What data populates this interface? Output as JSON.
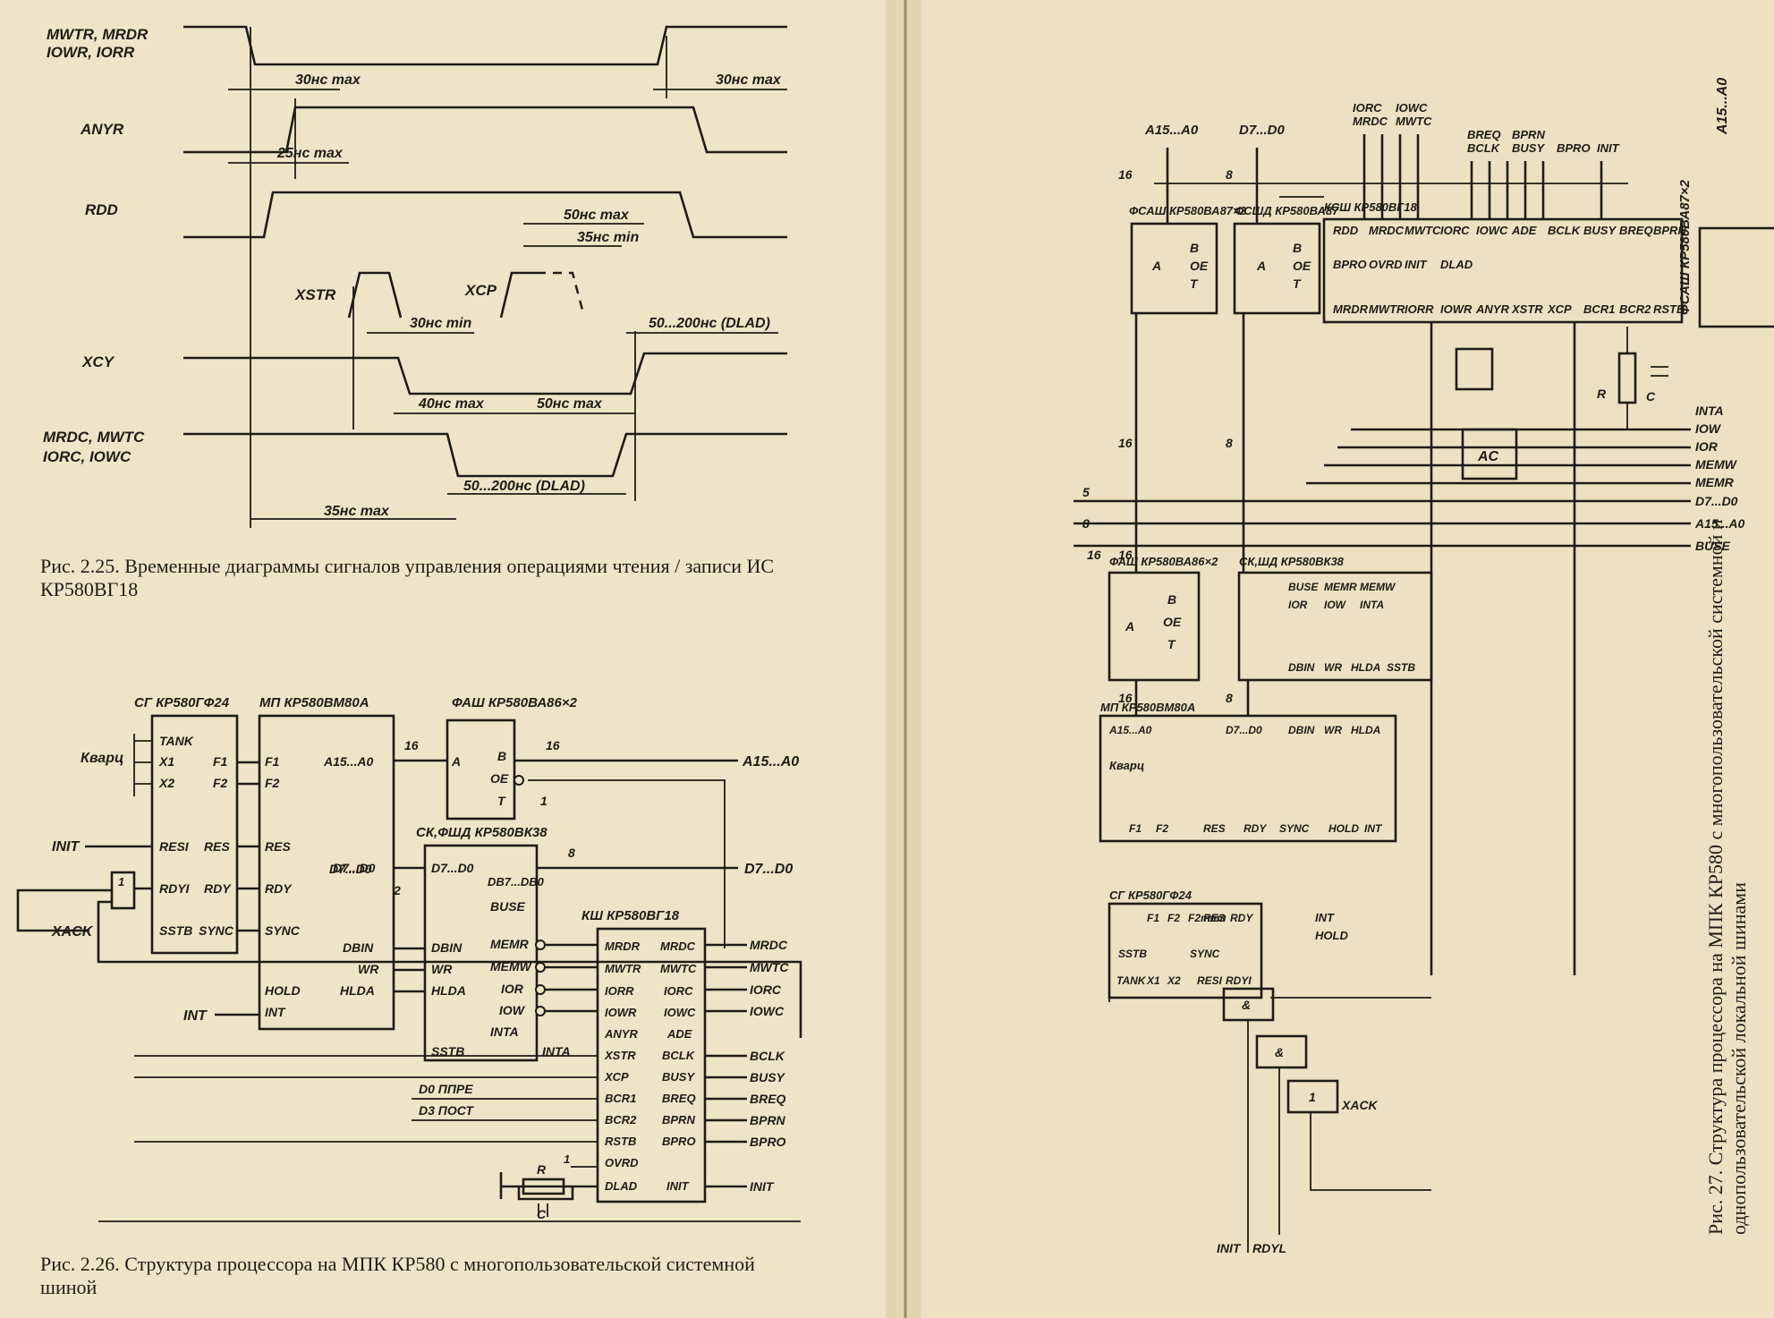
{
  "fig225": {
    "signals": {
      "mwtr": "MWTR, MRDR",
      "iowr": "IOWR, IORR",
      "anyr": "ANYR",
      "rdd": "RDD",
      "xstr": "XSTR",
      "xcp": "XCP",
      "xcy": "XCY",
      "mrdc": "MRDC, MWTC",
      "iorc": "IORC, IOWC"
    },
    "timings": {
      "t30a": "30нс max",
      "t30b": "30нс max",
      "t25": "25нс max",
      "t50": "50нс max",
      "t35min": "35нс min",
      "t30min": "30нс min",
      "t50200a": "50...200нс (DLAD)",
      "t40": "40нс max",
      "t50b": "50нс max",
      "t50200b": "50...200нс (DLAD)",
      "t35": "35нс max"
    },
    "caption": "Рис. 2.25. Временные диаграммы сигналов управления операциями чтения / записи ИС КР580ВГ18"
  },
  "fig226": {
    "blocks": {
      "sg": "СГ КР580ГФ24",
      "mp": "МП КР580ВМ80А",
      "fash": "ФАШ КР580ВА86×2",
      "skfshd": "СК,ФШД КР580ВК38",
      "ksh": "КШ КР580ВГ18"
    },
    "pins": {
      "kvarc": "Кварц",
      "tank": "TANK",
      "x1": "X1",
      "x2": "X2",
      "f1": "F1",
      "f2": "F2",
      "resi": "RESI",
      "res": "RES",
      "rdyi": "RDYI",
      "rdy": "RDY",
      "sstb": "SSTB",
      "sync": "SYNC",
      "mpf1": "F1",
      "mpf2": "F2",
      "mpres": "RES",
      "mprdy": "RDY",
      "mpsync": "SYNC",
      "hold": "HOLD",
      "int": "INT",
      "a15a0": "A15...A0",
      "bus16": "16",
      "a": "A",
      "b": "B",
      "oe": "OE",
      "t": "T",
      "one": "1",
      "d7d0": "D7...D0",
      "bus8": "8",
      "two": "2",
      "dbin": "DBIN",
      "wr": "WR",
      "hlda": "HLDA",
      "skd7": "D7...D0",
      "db7db0": "DB7...DB0",
      "buse": "BUSE",
      "memr": "MEMR",
      "memw": "MEMW",
      "ior": "IOR",
      "iow": "IOW",
      "inta": "INTA",
      "skdbin": "DBIN",
      "skwr": "WR",
      "skhlda": "HLDA",
      "sksstb": "SSTB",
      "inta2": "INTA",
      "mrdr": "MRDR",
      "mwtr": "MWTR",
      "iorr": "IORR",
      "iowr": "IOWR",
      "anyr": "ANYR",
      "xstr": "XSTR",
      "xcp": "XCP",
      "bcr1": "BCR1",
      "bcr2": "BCR2",
      "rstb": "RSTB",
      "ovrd": "OVRD",
      "dlad": "DLAD",
      "mrdc": "MRDC",
      "mwtc": "MWTC",
      "iorc": "IORC",
      "iowc": "IOWC",
      "ade": "ADE",
      "bclk": "BCLK",
      "busy": "BUSY",
      "breq": "BREQ",
      "bprn": "BPRN",
      "bpro": "BPRO",
      "init": "INIT",
      "ext_init": "INIT",
      "ext_xack": "XACK",
      "ext_int": "INT",
      "ext_d7d0": "D7...D0",
      "ext_a15a0": "A15...A0",
      "d0ppre": "D0 ППРЕ",
      "d3post": "D3 ПОСТ",
      "r": "R",
      "c": "C",
      "ovone": "1",
      "o_mrdc": "MRDC",
      "o_mwtc": "MWTC",
      "o_iorc": "IORC",
      "o_iowc": "IOWC",
      "o_bclk": "BCLK",
      "o_busy": "BUSY",
      "o_breq": "BREQ",
      "o_bprn": "BPRN",
      "o_bpro": "BPRO",
      "o_init": "INIT",
      "gate1": "1"
    },
    "caption": "Рис. 2.26. Структура процессора на МПК КР580 с многопользовательской системной шиной"
  },
  "fig27": {
    "labels": {
      "fash_top": "ФСАШ КР580ВА87×2",
      "fshd_top": "ФСШД КР580ВА87",
      "ksh_top": "КСШ КР580ВГ18",
      "fash_bot": "ФАШ КР580ВА86×2",
      "sk_bot": "СК,ШД КР580ВК38",
      "mp": "МП КР580ВМ80А",
      "sg": "СГ КР580ГФ24",
      "a15a0": "A15...A0",
      "d7d0": "D7...D0",
      "bus16a": "16",
      "bus16b": "16",
      "bus16c": "16",
      "bus8a": "8",
      "bus8b": "8",
      "bus16d": "16",
      "bus8c": "8",
      "bus5": "5",
      "top_outs": [
        "MRDC",
        "MWTC",
        "IORC",
        "IOWC",
        "BCLK",
        "BUSY",
        "BREQ",
        "BPRN",
        "BPRO",
        "INIT"
      ],
      "ksh_pins_r": [
        "RDD",
        "MRDC",
        "MWTC",
        "IORC",
        "IOWC",
        "ADE",
        "BCLK",
        "BUSY",
        "BREQ",
        "BPRN",
        "BPRO",
        "INIT"
      ],
      "ksh_pins_l": [
        "MRDR",
        "MWTR",
        "IORR",
        "IOWR",
        "ANYR",
        "XSTR",
        "XCP",
        "BCR1",
        "BCR2",
        "RSTB",
        "OVRD",
        "DLAD"
      ],
      "local_bus": [
        "BUSE",
        "A15...A0",
        "D7...D0",
        "MEMR",
        "MEMW",
        "IOR",
        "IOW",
        "INTA"
      ],
      "sk_pins": [
        "BUSE",
        "MEMR",
        "MEMW",
        "IOR",
        "IOW",
        "INTA"
      ],
      "sk_pins_b": [
        "DBIN",
        "WR",
        "HLDA",
        "SSTB"
      ],
      "mp_pins": [
        "A15...A0",
        "D7...D0",
        "DBIN",
        "WR",
        "HLDA",
        "F1",
        "F2",
        "RES",
        "RDY",
        "SYNC",
        "HOLD",
        "INT"
      ],
      "sg_pins": [
        "TANK",
        "X1",
        "X2",
        "F1",
        "F2",
        "F2ттл",
        "RESI",
        "RES",
        "RDYI",
        "RDY",
        "SSTB",
        "SYNC"
      ],
      "ac": "AC",
      "r": "R",
      "c": "C",
      "one": "1",
      "and": "&",
      "kvarc": "Кварц",
      "init": "INIT",
      "rdyl": "RDYL",
      "xack": "XACK",
      "hold": "HOLD",
      "int": "INT",
      "a": "A",
      "b": "B",
      "oe": "OE",
      "t": "T"
    },
    "caption": "Рис. 27. Структура процессора на МПК КР580 с многопользовательской системной и однопользовательской локальной шинами"
  }
}
